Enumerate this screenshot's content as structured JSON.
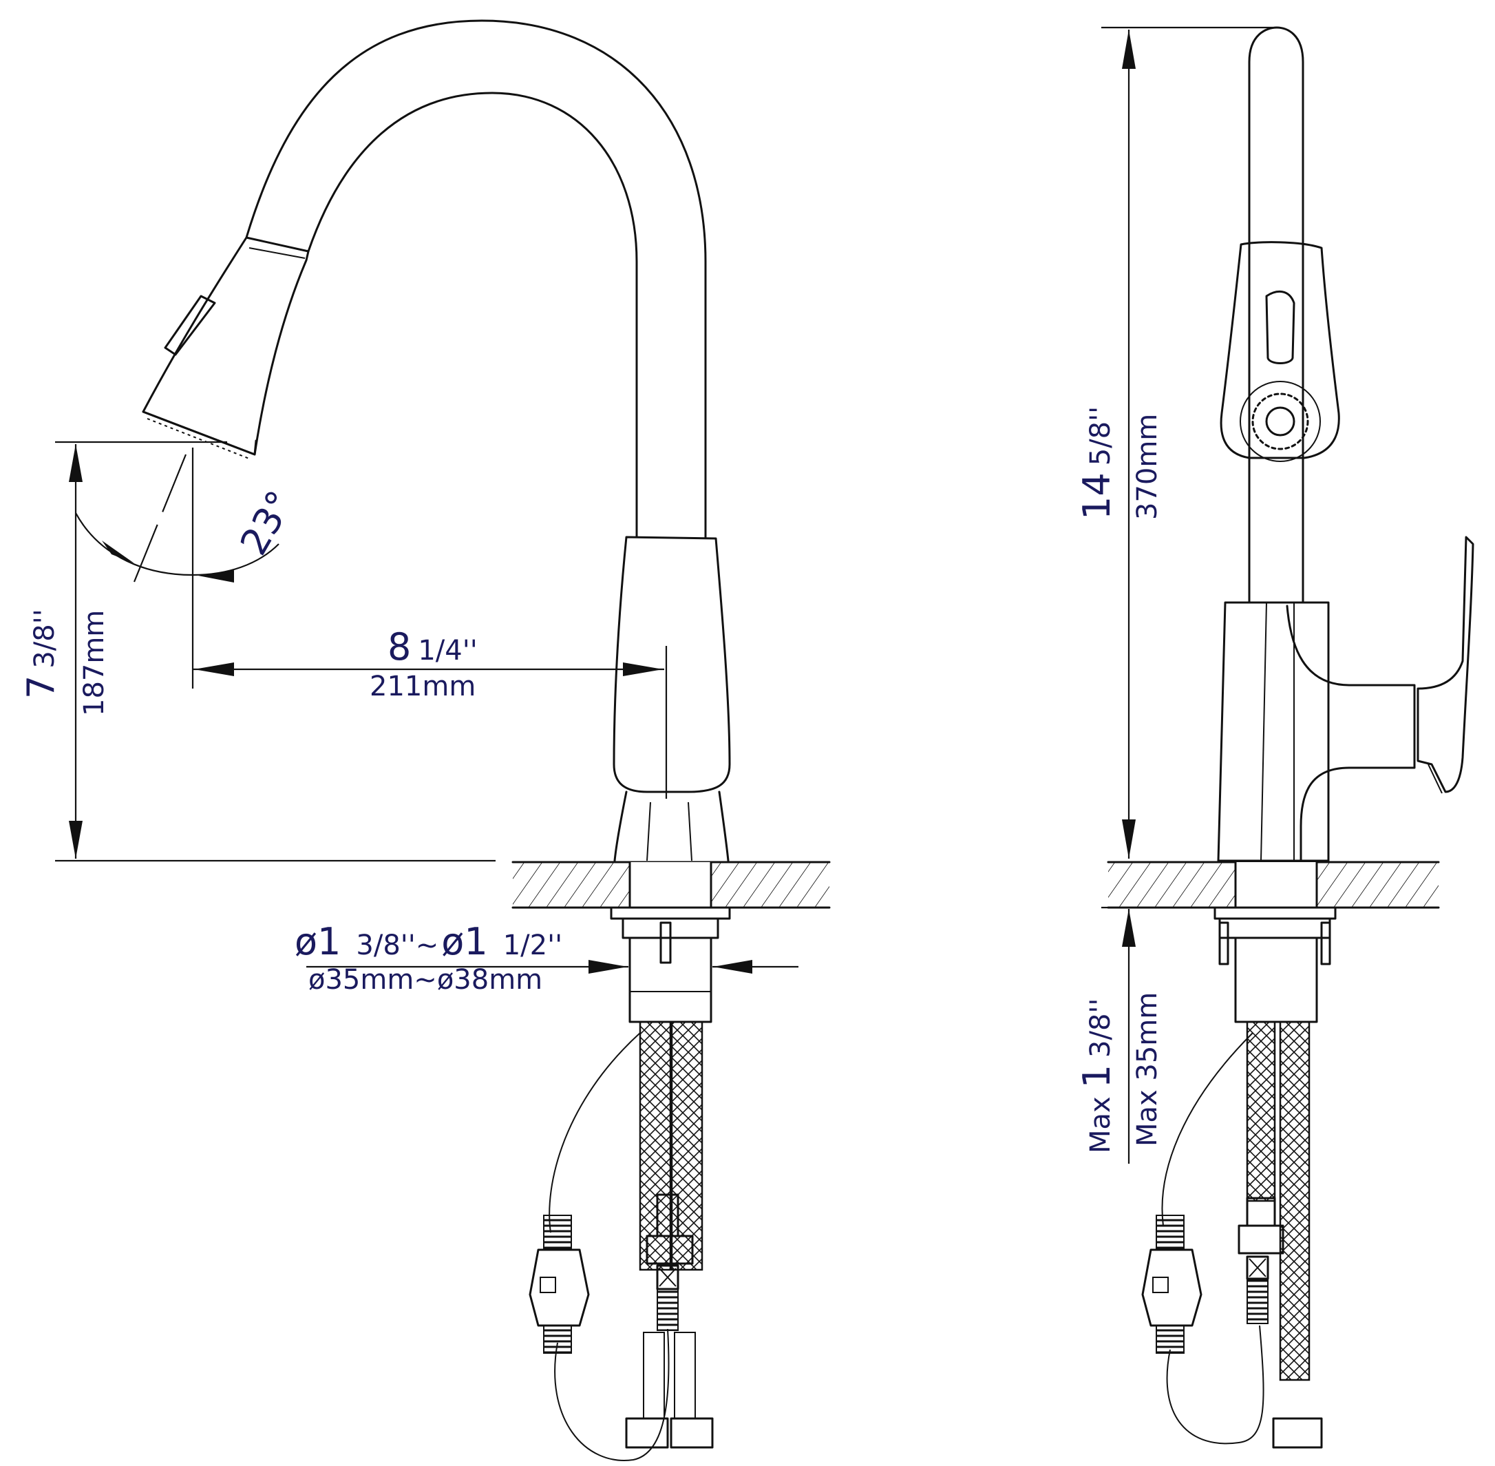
{
  "dimensions": {
    "spout_reach": {
      "imperial_whole": "8",
      "imperial_fraction": "1/4''",
      "metric": "211mm"
    },
    "spout_height": {
      "imperial_whole": "7",
      "imperial_fraction": "3/8''",
      "metric": "187mm"
    },
    "spray_angle": {
      "value": "23°"
    },
    "hole_diameter": {
      "imperial_min_whole": "ø1",
      "imperial_min_fraction": "3/8''~",
      "imperial_max_whole": "ø1",
      "imperial_max_fraction": "1/2''",
      "metric": "ø35mm~ø38mm"
    },
    "overall_height": {
      "imperial_whole": "14",
      "imperial_fraction": "5/8''",
      "metric": "370mm"
    },
    "deck_thickness": {
      "imperial_prefix": "Max",
      "imperial_whole": "1",
      "imperial_fraction": "3/8''",
      "metric": "Max 35mm"
    }
  },
  "colors": {
    "line": "#111111",
    "dimension_text": "#1a1a5e",
    "background": "#ffffff"
  }
}
